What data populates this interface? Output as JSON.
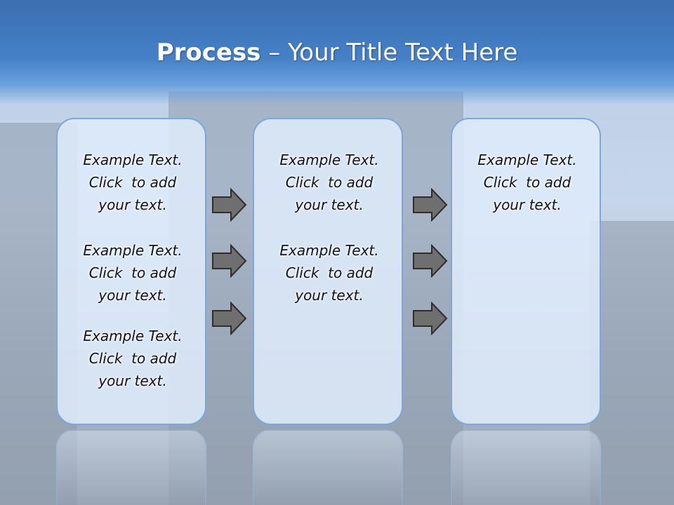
{
  "title": {
    "bold": "Process",
    "rest": "– Your Title Text Here"
  },
  "columns": [
    {
      "items": [
        "Example Text.\nClick  to add\nyour text.",
        "Example Text.\nClick  to add\nyour text.",
        "Example Text.\nClick  to add\nyour text."
      ]
    },
    {
      "items": [
        "Example Text.\nClick  to add\nyour text.",
        "Example Text.\nClick  to add\nyour text."
      ]
    },
    {
      "items": [
        "Example Text.\nClick  to add\nyour text."
      ]
    }
  ],
  "colors": {
    "header": "#4580c7",
    "box_border": "#7fa6d8",
    "box_fill": "#deebfa",
    "arrow": "#6f6f6f"
  },
  "icons": {
    "arrow": "right-arrow-icon"
  }
}
